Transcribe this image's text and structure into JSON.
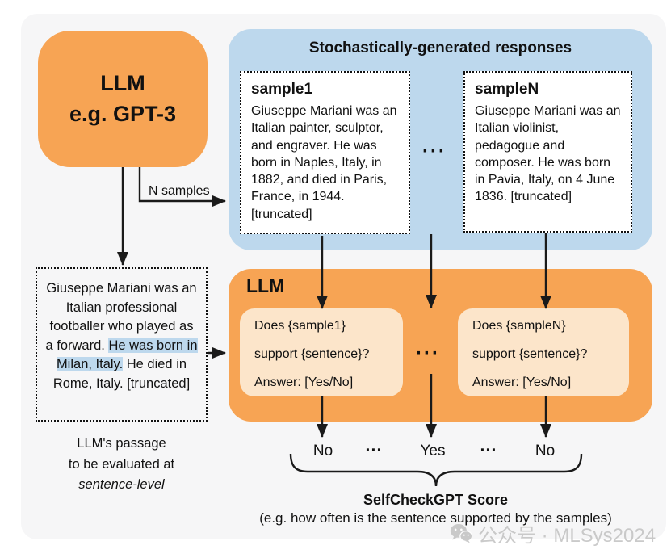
{
  "colors": {
    "orange": "#f7a454",
    "light_blue": "#bdd8ed",
    "peach": "#fce5ca",
    "panel_gray": "#f6f6f7",
    "watermark_gray": "#c5c5c5"
  },
  "generator_box": {
    "line1": "LLM",
    "line2": "e.g. GPT-3"
  },
  "n_samples_label": "N samples",
  "responses_panel": {
    "title": "Stochastically-generated responses",
    "ellipsis": "···",
    "samples": [
      {
        "title": "sample1",
        "text": "Giuseppe Mariani was an Italian painter, sculptor, and engraver. He was born in Naples, Italy, in 1882, and died in Paris, France, in 1944. [truncated]"
      },
      {
        "title": "sampleN",
        "text": "Giuseppe Mariani was an Italian violinist, pedagogue and composer. He was born in Pavia, Italy, on 4 June 1836. [truncated]"
      }
    ]
  },
  "passage": {
    "pre": "Giuseppe Mariani was an Italian professional footballer who played as a forward. ",
    "highlight": "He was born in Milan, Italy.",
    "post": " He died in Rome, Italy. [truncated]",
    "caption_line1": "LLM's passage",
    "caption_line2": "to be evaluated at",
    "caption_line3": "sentence-level"
  },
  "evaluator": {
    "title": "LLM",
    "ellipsis": "···",
    "prompts": [
      {
        "line1": "Does {sample1}",
        "line2": "support {sentence}?",
        "line3": "Answer: [Yes/No]"
      },
      {
        "line1": "Does {sampleN}",
        "line2": "support {sentence}?",
        "line3": "Answer: [Yes/No]"
      }
    ]
  },
  "answers": {
    "items": [
      "No",
      "···",
      "Yes",
      "···",
      "No"
    ]
  },
  "score": {
    "title": "SelfCheckGPT Score",
    "subtitle": "(e.g. how often is the sentence supported by the samples)"
  },
  "watermark": {
    "text": "公众号 · MLSys2024"
  }
}
